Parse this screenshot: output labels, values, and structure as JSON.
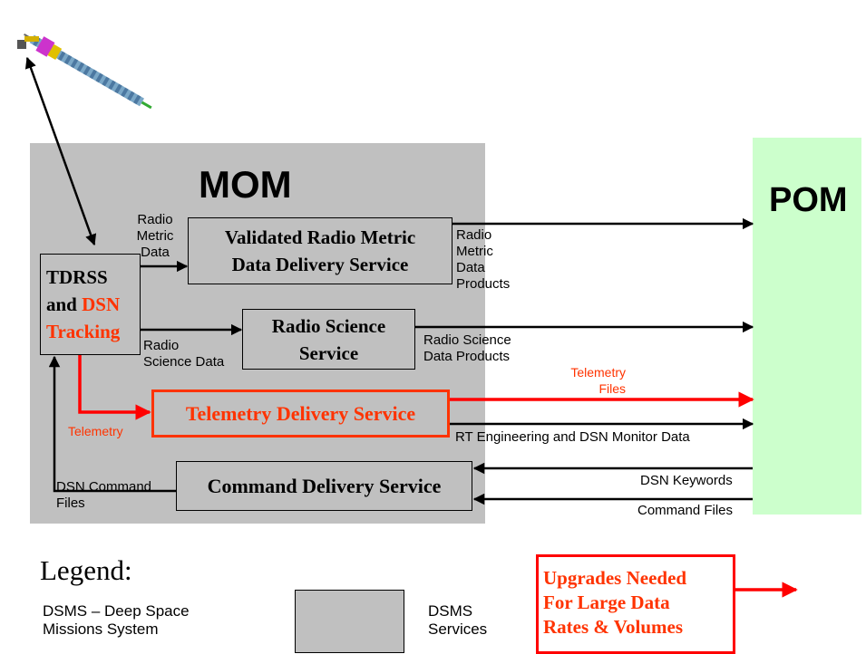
{
  "regions": {
    "mom_title": "MOM",
    "pom_title": "POM"
  },
  "tracking": {
    "line1": "TDRSS",
    "line2_black": "and ",
    "line2_red": "DSN",
    "line3_red": "Tracking"
  },
  "services": {
    "validated_radio_metric": {
      "line1": "Validated Radio Metric",
      "line2": "Data Delivery Service"
    },
    "radio_science": {
      "line1": "Radio Science",
      "line2": "Service"
    },
    "telemetry_delivery": "Telemetry Delivery Service",
    "command_delivery": "Command Delivery Service"
  },
  "flow_labels": {
    "radio_metric_data": [
      "Radio",
      "Metric",
      "Data"
    ],
    "radio_metric_data_products": [
      "Radio",
      "Metric",
      "Data",
      "Products"
    ],
    "radio_science_data": [
      "Radio",
      "Science Data"
    ],
    "radio_science_data_products": [
      "Radio Science",
      "Data Products"
    ],
    "telemetry": "Telemetry",
    "telemetry_files": [
      "Telemetry",
      "Files"
    ],
    "rt_engineering": "RT Engineering and DSN Monitor Data",
    "dsn_keywords": "DSN Keywords",
    "command_files": "Command Files",
    "dsn_command_files": [
      "DSN Command",
      "Files"
    ]
  },
  "legend": {
    "title": "Legend:",
    "dsms_def": [
      "DSMS – Deep Space",
      "Missions System"
    ],
    "dsms_services": [
      "DSMS",
      "Services"
    ],
    "upgrades": [
      "Upgrades Needed",
      "For Large Data",
      "Rates & Volumes"
    ]
  },
  "colors": {
    "mom_gray": "#c0c0c0",
    "pom_green": "#ccffcc",
    "upgrade_red": "#ff3300"
  },
  "icons": {
    "spacecraft": "spacecraft-icon"
  }
}
